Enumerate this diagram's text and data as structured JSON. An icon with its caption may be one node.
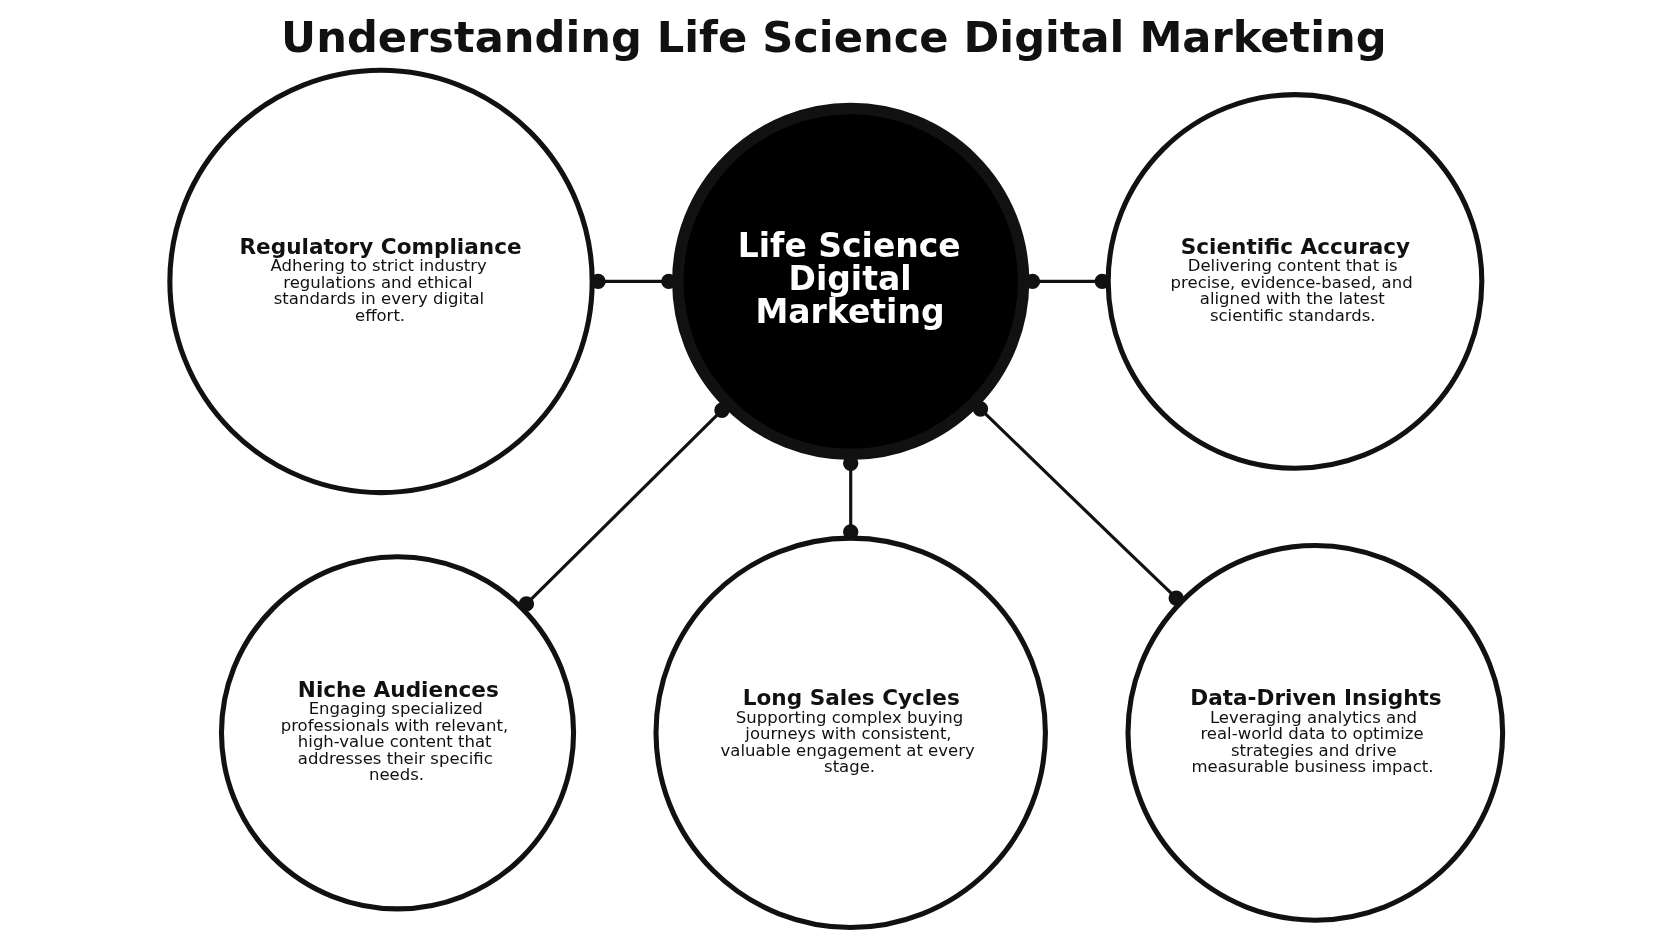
{
  "diagram": {
    "title": "Understanding Life Science Digital Marketing",
    "nodes": [
      {
        "text": [
          "Regulatory Compliance",
          "Adhering to strict industry regulations and ethical standards in every digital effort."
        ]
      },
      {
        "text": [
          "Life Science Digital Marketing"
        ]
      },
      {
        "text": [
          "Scientific Accuracy",
          "Delivering content that is precise, evidence-based, and aligned with the latest scientific standards."
        ]
      },
      {
        "text": [
          "Niche Audiences",
          "Engaging specialized professionals with relevant, high-value content that addresses their specific needs."
        ]
      },
      {
        "text": [
          "Long Sales Cycles",
          "Supporting complex buying journeys with consistent, valuable engagement at every stage."
        ]
      },
      {
        "text": [
          "Data-Driven Insights",
          "Leveraging analytics and real-world data to optimize strategies and drive measurable business impact."
        ]
      }
    ],
    "edges": [
      {
        "from": 0,
        "to": 1,
        "arrow": "other"
      },
      {
        "from": 1,
        "to": 2,
        "arrow": "other"
      },
      {
        "from": 1,
        "to": 3,
        "arrow": "other"
      },
      {
        "from": 1,
        "to": 4,
        "arrow": "other"
      },
      {
        "from": 1,
        "to": 5,
        "arrow": "other"
      }
    ]
  }
}
